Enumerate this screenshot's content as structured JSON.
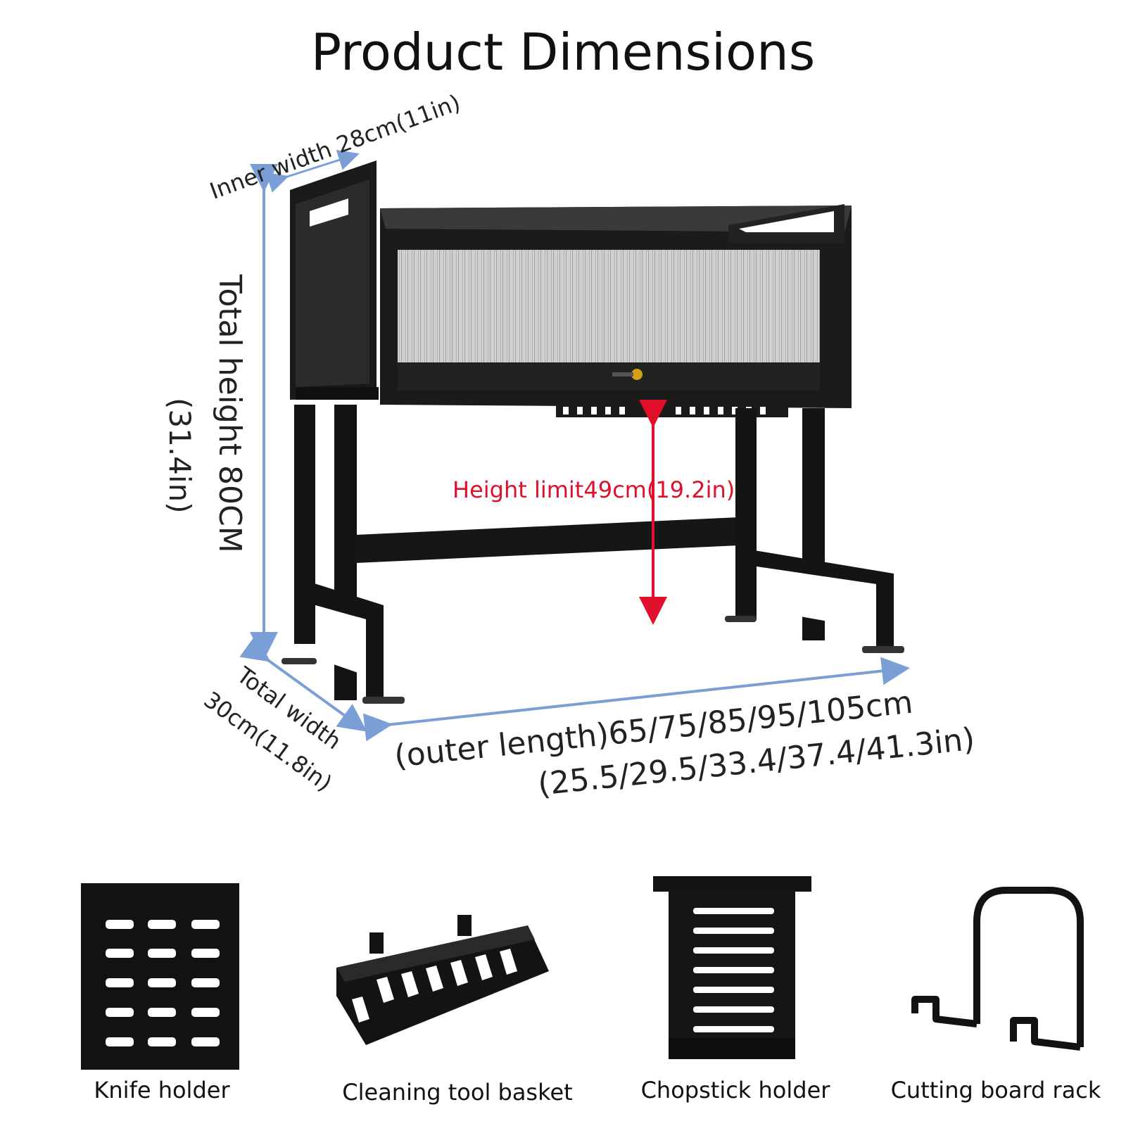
{
  "title": "Product Dimensions",
  "dimensions": {
    "inner_width": "Inner width 28cm(11in)",
    "total_height_cm": "Total height 80CM",
    "total_height_in": "(31.4in)",
    "height_limit": "Height limit49cm(19.2in)",
    "total_width_label": "Total width",
    "total_width_value": "30cm(11.8in)",
    "outer_length_cm": "(outer length)65/75/85/95/105cm",
    "outer_length_in": "(25.5/29.5/33.4/37.4/41.3in)"
  },
  "accessories": [
    {
      "label": "Knife holder",
      "icon": "knife-holder-icon"
    },
    {
      "label": "Cleaning tool basket",
      "icon": "cleaning-basket-icon"
    },
    {
      "label": "Chopstick holder",
      "icon": "chopstick-holder-icon"
    },
    {
      "label": "Cutting board rack",
      "icon": "cutting-board-rack-icon"
    }
  ],
  "colors": {
    "frame": "#111111",
    "dimension_arrow": "#7a9fd6",
    "height_limit": "#e0102a"
  }
}
